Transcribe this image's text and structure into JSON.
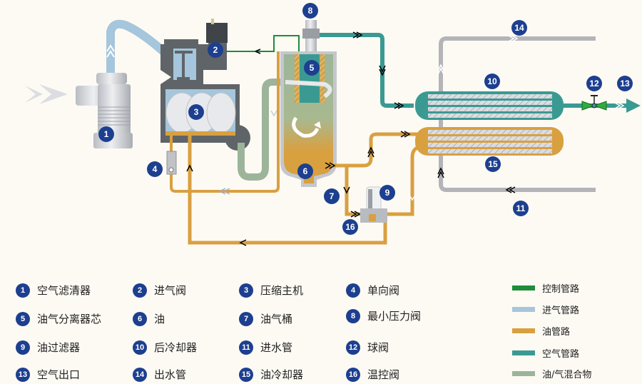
{
  "components": [
    {
      "num": "1",
      "label": "空气滤清器"
    },
    {
      "num": "2",
      "label": "进气阀"
    },
    {
      "num": "3",
      "label": "压缩主机"
    },
    {
      "num": "4",
      "label": "单向阀"
    },
    {
      "num": "5",
      "label": "油气分离器芯"
    },
    {
      "num": "6",
      "label": "油"
    },
    {
      "num": "7",
      "label": "油气桶"
    },
    {
      "num": "8",
      "label": "最小压力阀"
    },
    {
      "num": "9",
      "label": "油过滤器"
    },
    {
      "num": "10",
      "label": "后冷却器"
    },
    {
      "num": "11",
      "label": "进水管"
    },
    {
      "num": "12",
      "label": "球阀"
    },
    {
      "num": "13",
      "label": "空气出口"
    },
    {
      "num": "14",
      "label": "出水管"
    },
    {
      "num": "15",
      "label": "油冷却器"
    },
    {
      "num": "16",
      "label": "温控阀"
    }
  ],
  "pipe_legend": [
    {
      "label": "控制管路",
      "color": "#1e8c3a"
    },
    {
      "label": "进气管路",
      "color": "#a5c6dc"
    },
    {
      "label": "油管路",
      "color": "#d9a040"
    },
    {
      "label": "空气管路",
      "color": "#3a9a92"
    },
    {
      "label": "油/气混合物",
      "color": "#9cb59a"
    }
  ],
  "colors": {
    "badge": "#1d3f8f",
    "control": "#1e8c3a",
    "intake": "#a5c6dc",
    "oil": "#d9a040",
    "air": "#3a9a92",
    "mix": "#9cb59a",
    "water": "#b4b4b8",
    "housing": "#5f6468"
  }
}
